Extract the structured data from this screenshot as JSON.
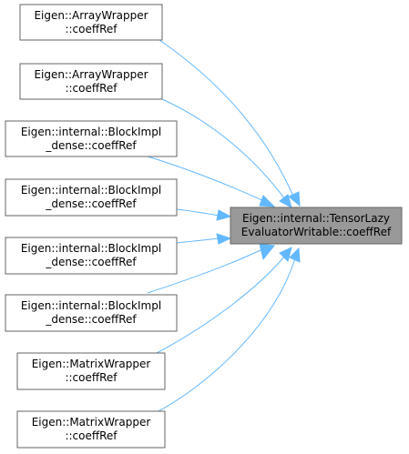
{
  "diagram": {
    "colors": {
      "edge": "#63b8ff",
      "node_fill": "#ffffff",
      "node_border": "#666666",
      "target_fill": "#999999"
    },
    "target": {
      "line1": "Eigen::internal::TensorLazy",
      "line2": "EvaluatorWritable::coeffRef"
    },
    "callers": [
      {
        "line1": "Eigen::ArrayWrapper",
        "line2": "::coeffRef"
      },
      {
        "line1": "Eigen::ArrayWrapper",
        "line2": "::coeffRef"
      },
      {
        "line1": "Eigen::internal::BlockImpl",
        "line2": "_dense::coeffRef"
      },
      {
        "line1": "Eigen::internal::BlockImpl",
        "line2": "_dense::coeffRef"
      },
      {
        "line1": "Eigen::internal::BlockImpl",
        "line2": "_dense::coeffRef"
      },
      {
        "line1": "Eigen::internal::BlockImpl",
        "line2": "_dense::coeffRef"
      },
      {
        "line1": "Eigen::MatrixWrapper",
        "line2": "::coeffRef"
      },
      {
        "line1": "Eigen::MatrixWrapper",
        "line2": "::coeffRef"
      }
    ]
  }
}
